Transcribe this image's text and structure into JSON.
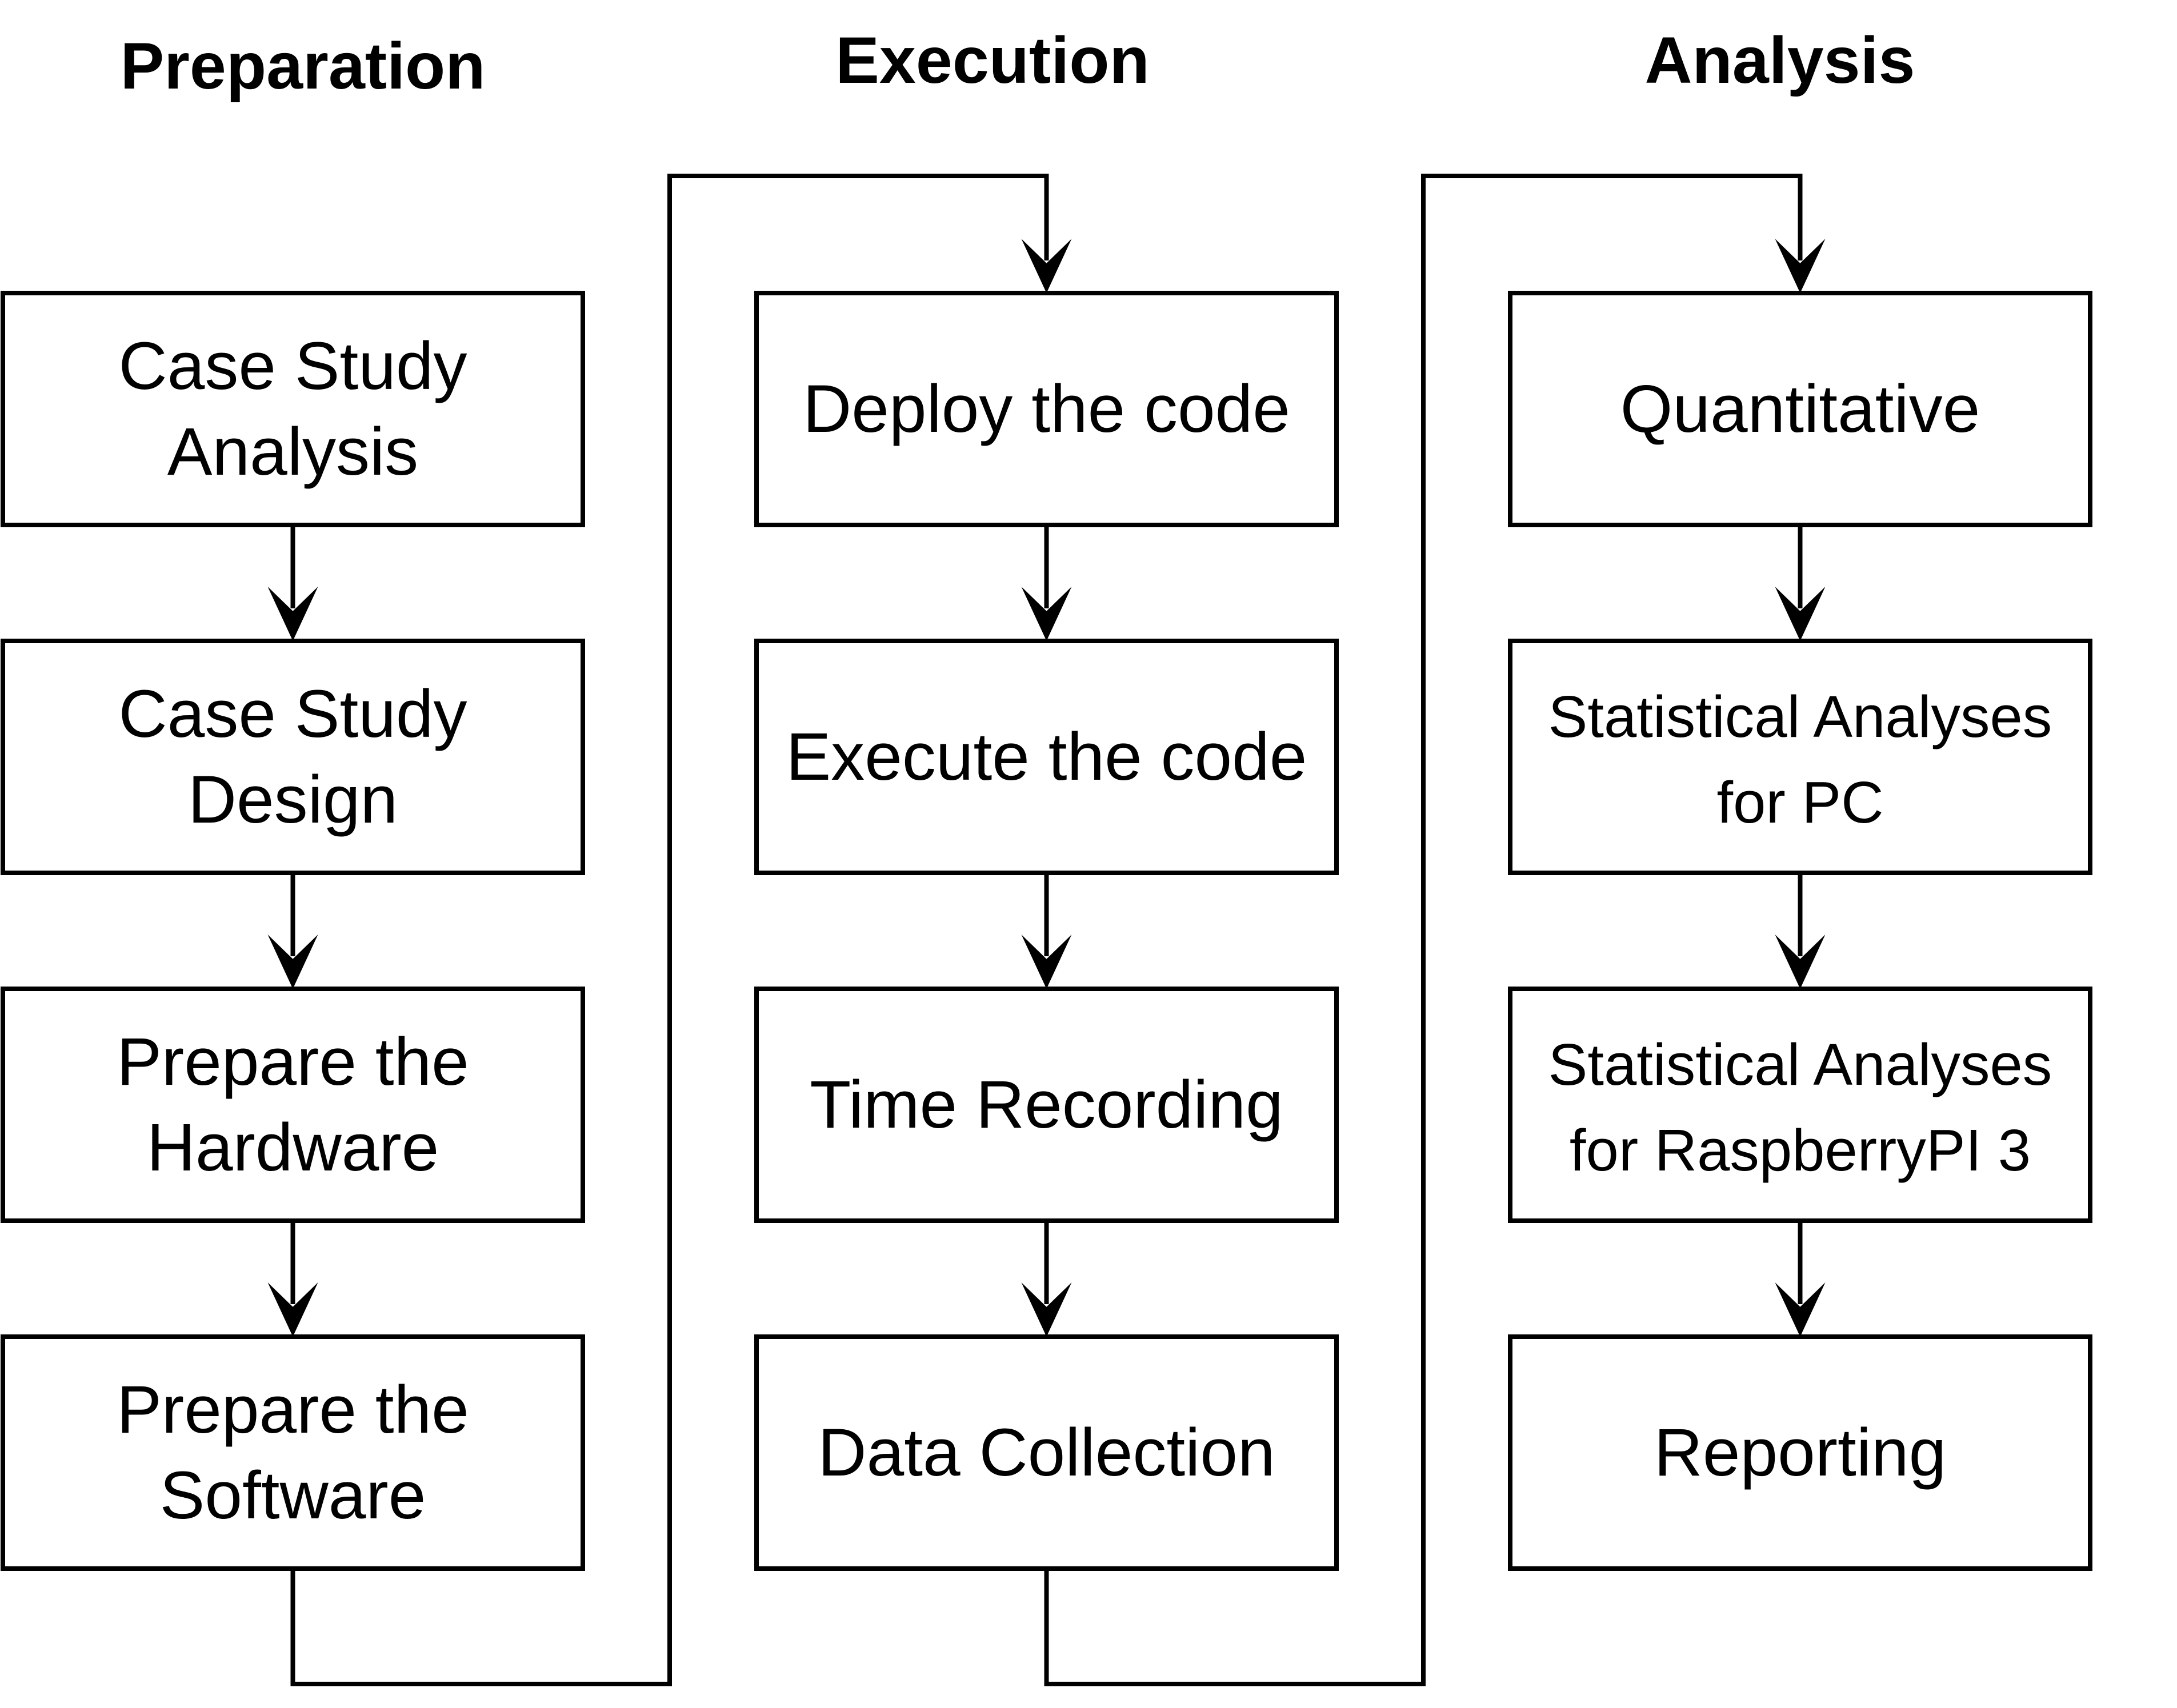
{
  "columns": [
    {
      "heading": "Preparation",
      "steps": [
        {
          "lines": [
            "Case Study",
            "Analysis"
          ]
        },
        {
          "lines": [
            "Case Study",
            "Design"
          ]
        },
        {
          "lines": [
            "Prepare the",
            "Hardware"
          ]
        },
        {
          "lines": [
            "Prepare the",
            "Software"
          ]
        }
      ]
    },
    {
      "heading": "Execution",
      "steps": [
        {
          "lines": [
            "Deploy the code"
          ]
        },
        {
          "lines": [
            "Execute the code"
          ]
        },
        {
          "lines": [
            "Time Recording"
          ]
        },
        {
          "lines": [
            "Data Collection"
          ]
        }
      ]
    },
    {
      "heading": "Analysis",
      "steps": [
        {
          "lines": [
            "Quantitative"
          ]
        },
        {
          "lines": [
            "Statistical Analyses",
            "for PC"
          ]
        },
        {
          "lines": [
            "Statistical Analyses",
            "for RaspberryPI 3"
          ]
        },
        {
          "lines": [
            "Reporting"
          ]
        }
      ]
    }
  ],
  "colors": {
    "stroke": "#000000",
    "fill": "#ffffff",
    "text": "#000000"
  }
}
